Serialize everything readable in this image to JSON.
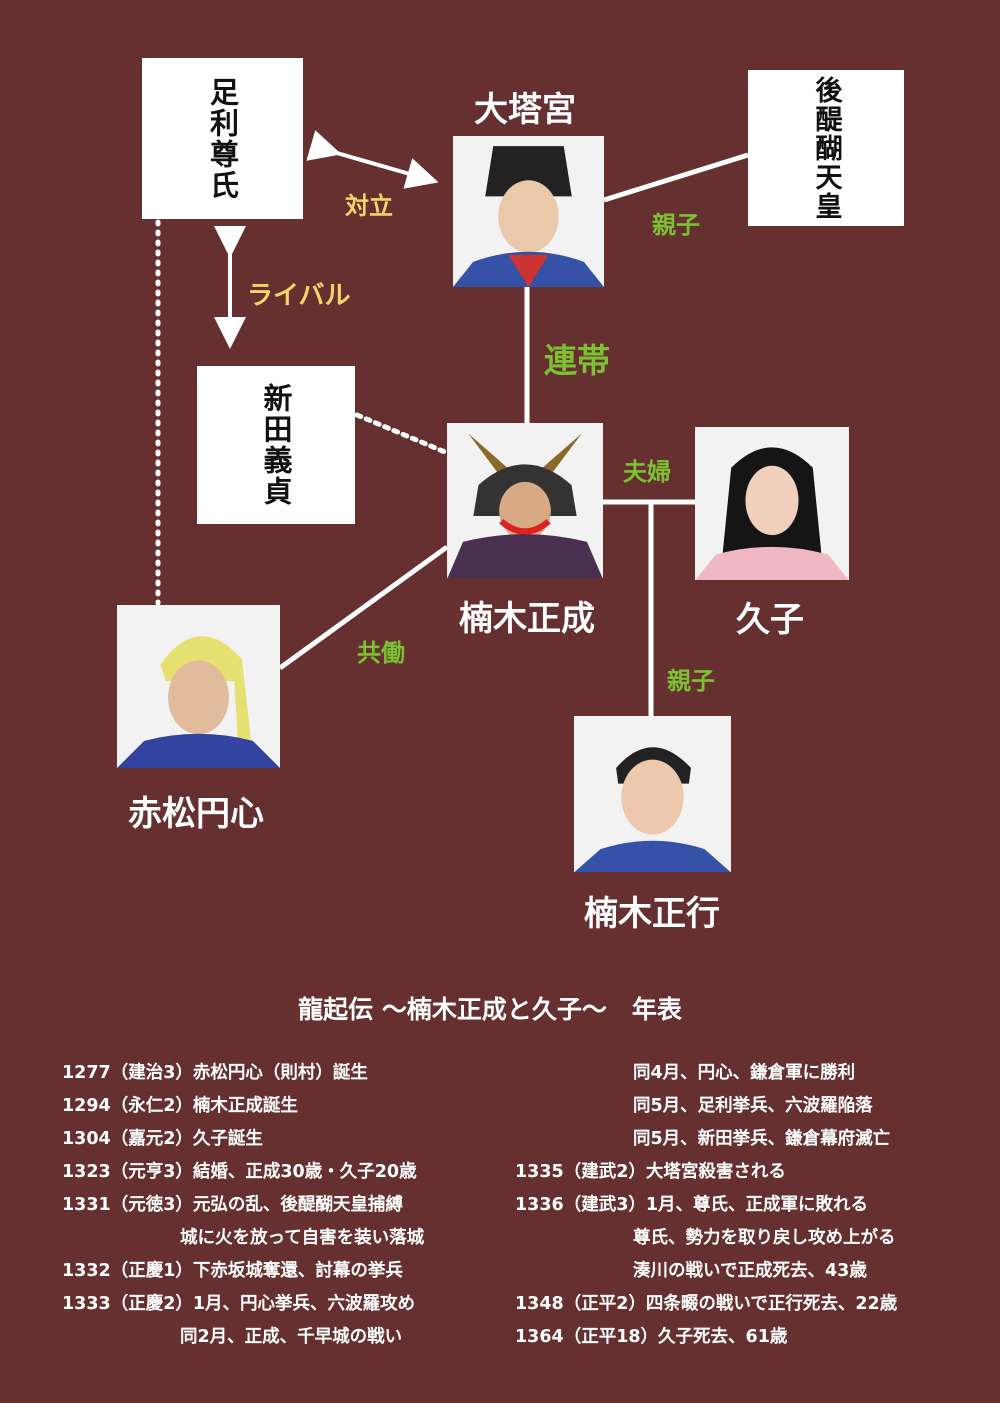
{
  "nodes": {
    "takauji": "足利尊氏",
    "godaigo": "後醍醐天皇",
    "nitta": "新田義貞",
    "otonomiya": "大塔宮",
    "masashige": "楠木正成",
    "hisako": "久子",
    "enshin": "赤松円心",
    "masatsura": "楠木正行"
  },
  "relations": {
    "conflict": "対立",
    "rival": "ライバル",
    "parent_child_1": "親子",
    "alliance": "連帯",
    "married": "夫婦",
    "cooperation": "共働",
    "parent_child_2": "親子"
  },
  "colors": {
    "background": "#662f30",
    "relation_green": "#7cc132",
    "relation_yellow": "#f4d36b"
  },
  "timeline": {
    "title": "龍起伝 ～楠木正成と久子～　年表",
    "left": [
      "1277（建治3）赤松円心（則村）誕生",
      "1294（永仁2）楠木正成誕生",
      "1304（嘉元2）久子誕生",
      "1323（元亨3）結婚、正成30歳・久子20歳",
      "1331（元徳3）元弘の乱、後醍醐天皇捕縛",
      "城に火を放って自害を装い落城",
      "1332（正慶1）下赤坂城奪還、討幕の挙兵",
      "1333（正慶2）1月、円心挙兵、六波羅攻め",
      "同2月、正成、千早城の戦い"
    ],
    "right": [
      "同4月、円心、鎌倉軍に勝利",
      "同5月、足利挙兵、六波羅陥落",
      "同5月、新田挙兵、鎌倉幕府滅亡",
      "1335（建武2）大塔宮殺害される",
      "1336（建武3）1月、尊氏、正成軍に敗れる",
      "尊氏、勢力を取り戻し攻め上がる",
      "湊川の戦いで正成死去、43歳",
      "1348（正平2）四条畷の戦いで正行死去、22歳",
      "1364（正平18）久子死去、61歳"
    ]
  }
}
